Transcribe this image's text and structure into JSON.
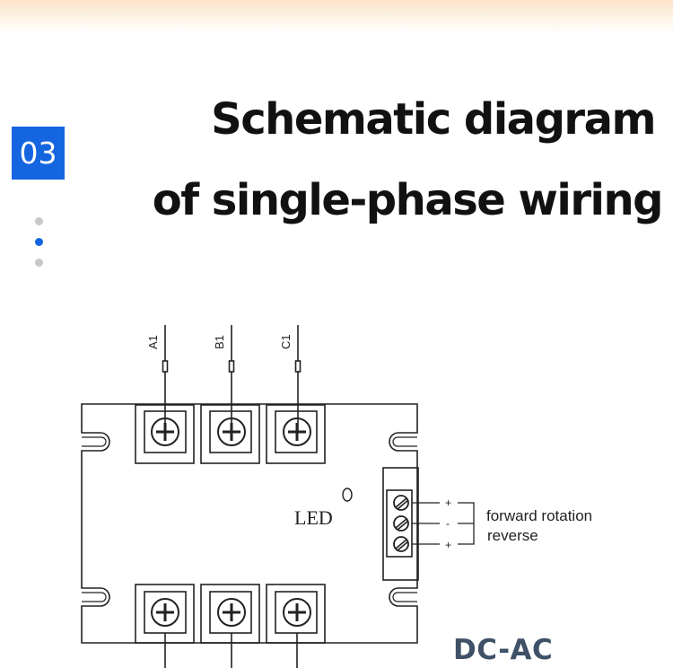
{
  "section": {
    "number": "03",
    "dots": 3,
    "active_dot": 1
  },
  "title": {
    "line1": "Schematic diagram",
    "line2": "of single-phase wiring"
  },
  "terminals": {
    "top": [
      "A1",
      "B1",
      "C1"
    ]
  },
  "indicator": {
    "label": "LED"
  },
  "control": {
    "pins": [
      "+",
      "-",
      "+"
    ],
    "label_forward": "forward rotation",
    "label_reverse": "reverse"
  },
  "footer": {
    "type_label": "DC-AC"
  },
  "colors": {
    "accent": "#1565e0",
    "ink": "#111111",
    "footer": "#3f5166"
  }
}
